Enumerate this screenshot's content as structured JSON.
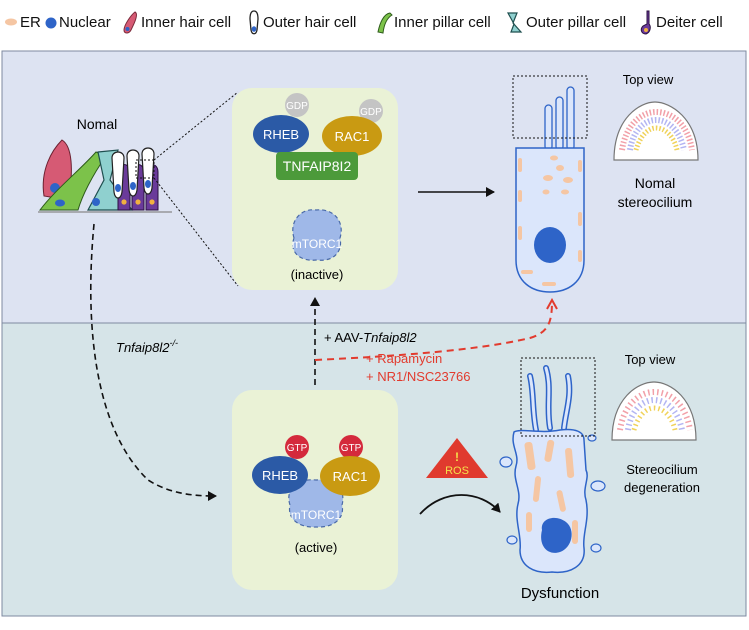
{
  "legend": {
    "er": "ER",
    "nuclear": "Nuclear",
    "inner_hair_cell": "Inner hair cell",
    "outer_hair_cell": "Outer hair cell",
    "inner_pillar_cell": "Inner pillar cell",
    "outer_pillar_cell": "Outer pillar cell",
    "deiter_cell": "Deiter cell"
  },
  "normal": {
    "label": "Nomal",
    "gdp_left": "GDP",
    "gdp_right": "GDP",
    "rheb": "RHEB",
    "rac1": "RAC1",
    "tnfaip": "TNFAIP8I2",
    "mtorc1": "mTORC1",
    "state": "(inactive)",
    "top_view": "Top view",
    "result_line1": "Nomal",
    "result_line2": "stereocilium"
  },
  "knockout": {
    "label_gene": "Tnfaip8l2",
    "label_sup": "-/-",
    "gtp_left": "GTP",
    "gtp_right": "GTP",
    "rheb": "RHEB",
    "rac1": "RAC1",
    "mtorc1": "mTORC1",
    "state": "(active)",
    "ros_mark": "!",
    "ros": "ROS",
    "top_view": "Top view",
    "result_line1": "Stereocilium",
    "result_line2": "degeneration",
    "dysfunction": "Dysfunction"
  },
  "treatment": {
    "aav_prefix": "+ AAV-",
    "aav_gene": "Tnfaip8l2",
    "rapamycin": "+ Rapamycin",
    "nr1": "+ NR1/NSC23766"
  },
  "colors": {
    "upper_bg": "#dde3f2",
    "lower_bg": "#d6e4e8",
    "panel_bg": "#eaf2d6",
    "rheb": "#2b5aa6",
    "rac1": "#c99a12",
    "tnfaip": "#4c9a3a",
    "mtorc1": "#9fb8e8",
    "gdp": "#c4c4c4",
    "gtp": "#d42a3c",
    "er": "#f5c6a3",
    "nucleus": "#2e64c8",
    "red_text": "#e23b2e"
  }
}
